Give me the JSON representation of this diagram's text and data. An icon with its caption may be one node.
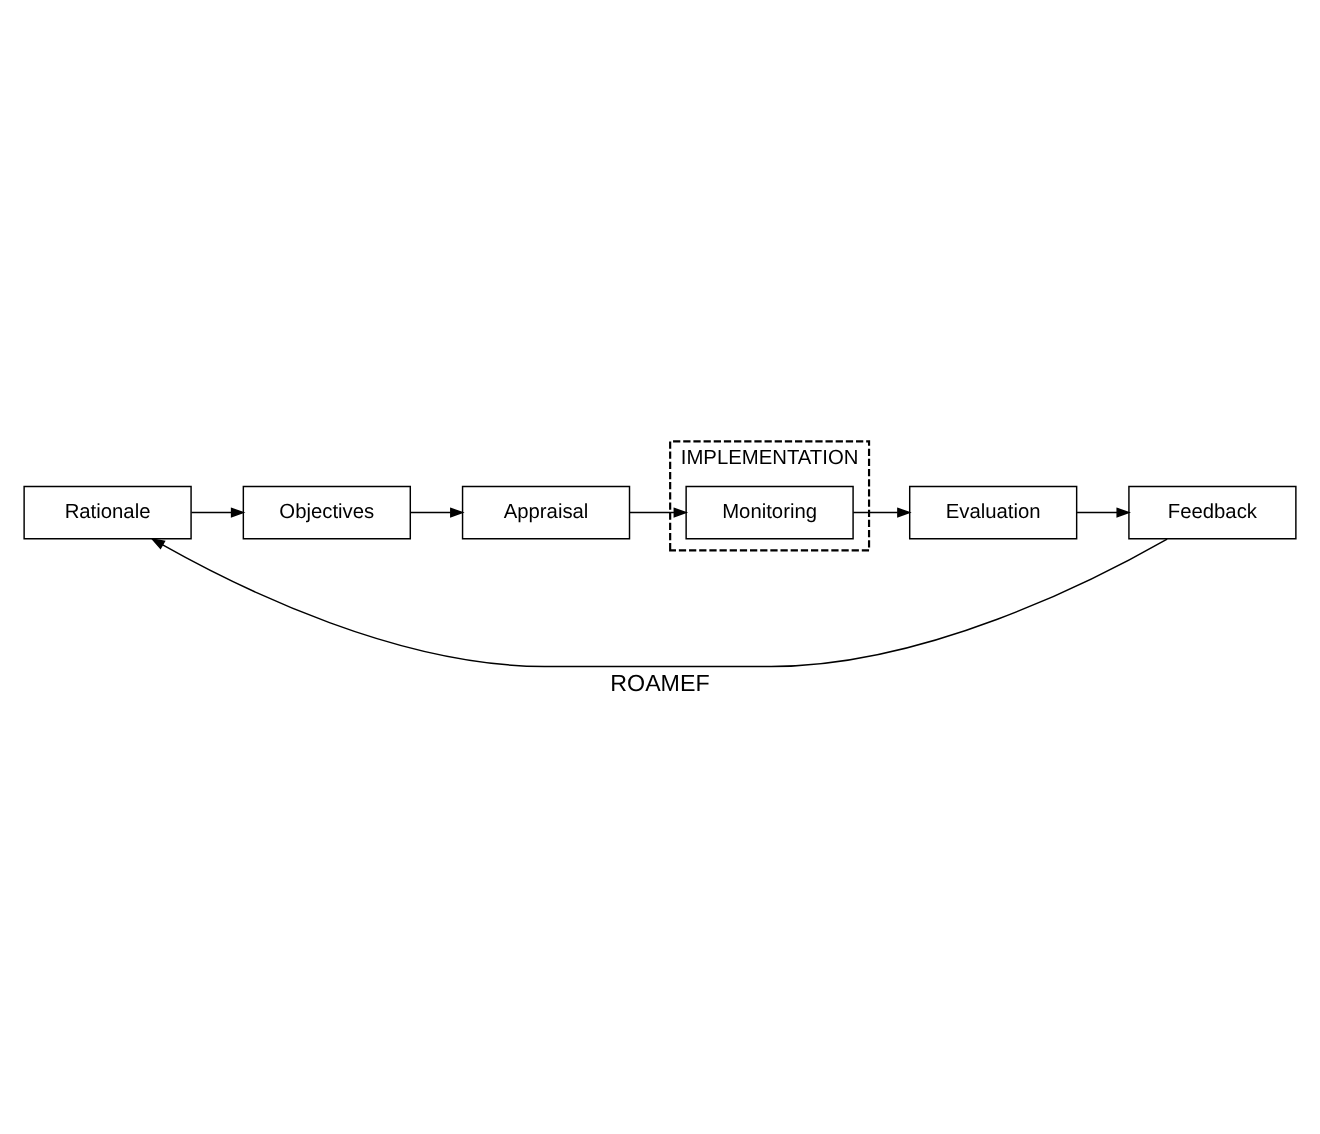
{
  "diagram": {
    "caption": "ROAMEF",
    "nodes": [
      {
        "text": [
          "Rationale"
        ]
      },
      {
        "text": [
          "Objectives"
        ]
      },
      {
        "text": [
          "Appraisal"
        ]
      },
      {
        "text": [
          "IMPLEMENTATION"
        ]
      },
      {
        "text": [
          "Monitoring"
        ],
        "in": 3
      },
      {
        "text": [
          "Evaluation"
        ]
      },
      {
        "text": [
          "Feedback"
        ]
      }
    ],
    "edges": [
      {
        "from": 0,
        "to": 1,
        "arrow": "to"
      },
      {
        "from": 1,
        "to": 2,
        "arrow": "to"
      },
      {
        "from": 2,
        "to": 4,
        "arrow": "to"
      },
      {
        "from": 4,
        "to": 5,
        "arrow": "to"
      },
      {
        "from": 5,
        "to": 6,
        "arrow": "to"
      },
      {
        "from": 6,
        "to": 0,
        "arrow": "to"
      }
    ]
  }
}
